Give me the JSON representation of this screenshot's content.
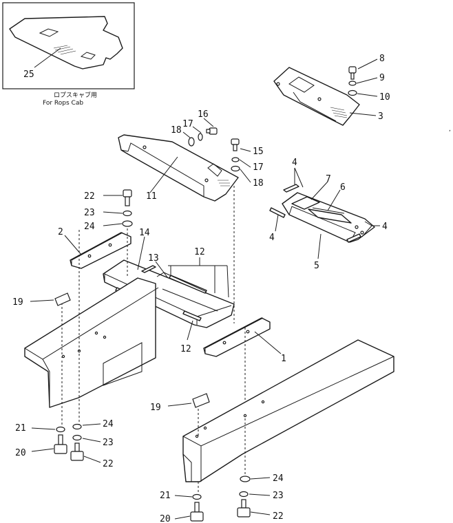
{
  "inset": {
    "note_jp": "ロプスキャブ用",
    "note_en": "For Rops Cab"
  },
  "callouts": [
    {
      "id": "c25",
      "text": "25"
    },
    {
      "id": "c8",
      "text": "8"
    },
    {
      "id": "c9",
      "text": "9"
    },
    {
      "id": "c10",
      "text": "10"
    },
    {
      "id": "c3",
      "text": "3"
    },
    {
      "id": "c16",
      "text": "16"
    },
    {
      "id": "c17a",
      "text": "17"
    },
    {
      "id": "c18a",
      "text": "18"
    },
    {
      "id": "c15",
      "text": "15"
    },
    {
      "id": "c17b",
      "text": "17"
    },
    {
      "id": "c18b",
      "text": "18"
    },
    {
      "id": "c11",
      "text": "11"
    },
    {
      "id": "c4a",
      "text": "4"
    },
    {
      "id": "c7",
      "text": "7"
    },
    {
      "id": "c6",
      "text": "6"
    },
    {
      "id": "c4b",
      "text": "4"
    },
    {
      "id": "c4c",
      "text": "4"
    },
    {
      "id": "c5",
      "text": "5"
    },
    {
      "id": "c22a",
      "text": "22"
    },
    {
      "id": "c23a",
      "text": "23"
    },
    {
      "id": "c24a",
      "text": "24"
    },
    {
      "id": "c2",
      "text": "2"
    },
    {
      "id": "c14",
      "text": "14"
    },
    {
      "id": "c12a",
      "text": "12"
    },
    {
      "id": "c13",
      "text": "13"
    },
    {
      "id": "c12b",
      "text": "12"
    },
    {
      "id": "c12c",
      "text": "12"
    },
    {
      "id": "c19a",
      "text": "19"
    },
    {
      "id": "c1",
      "text": "1"
    },
    {
      "id": "c19b",
      "text": "19"
    },
    {
      "id": "c21a",
      "text": "21"
    },
    {
      "id": "c24b",
      "text": "24"
    },
    {
      "id": "c23b",
      "text": "23"
    },
    {
      "id": "c20a",
      "text": "20"
    },
    {
      "id": "c22b",
      "text": "22"
    },
    {
      "id": "c24c",
      "text": "24"
    },
    {
      "id": "c21b",
      "text": "21"
    },
    {
      "id": "c23c",
      "text": "23"
    },
    {
      "id": "c20b",
      "text": "20"
    },
    {
      "id": "c22c",
      "text": "22"
    }
  ]
}
